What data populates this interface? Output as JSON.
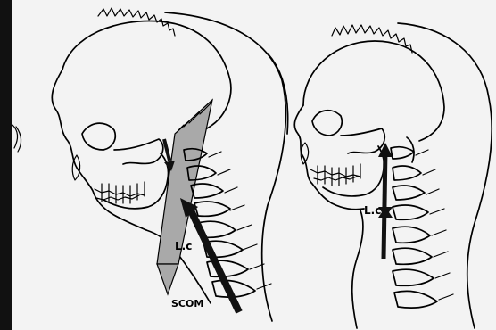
{
  "figure": {
    "left_panel": {
      "labels": {
        "muscle_a": "L.c",
        "muscle_b": "SCOM"
      }
    },
    "right_panel": {
      "labels": {
        "muscle_a": "L.c"
      }
    },
    "colors": {
      "background": "#000000",
      "paper": "#f3f3f3",
      "ink": "#000000",
      "scom_fill": "#a9a9a9",
      "lc_arrow": "#111111"
    }
  }
}
